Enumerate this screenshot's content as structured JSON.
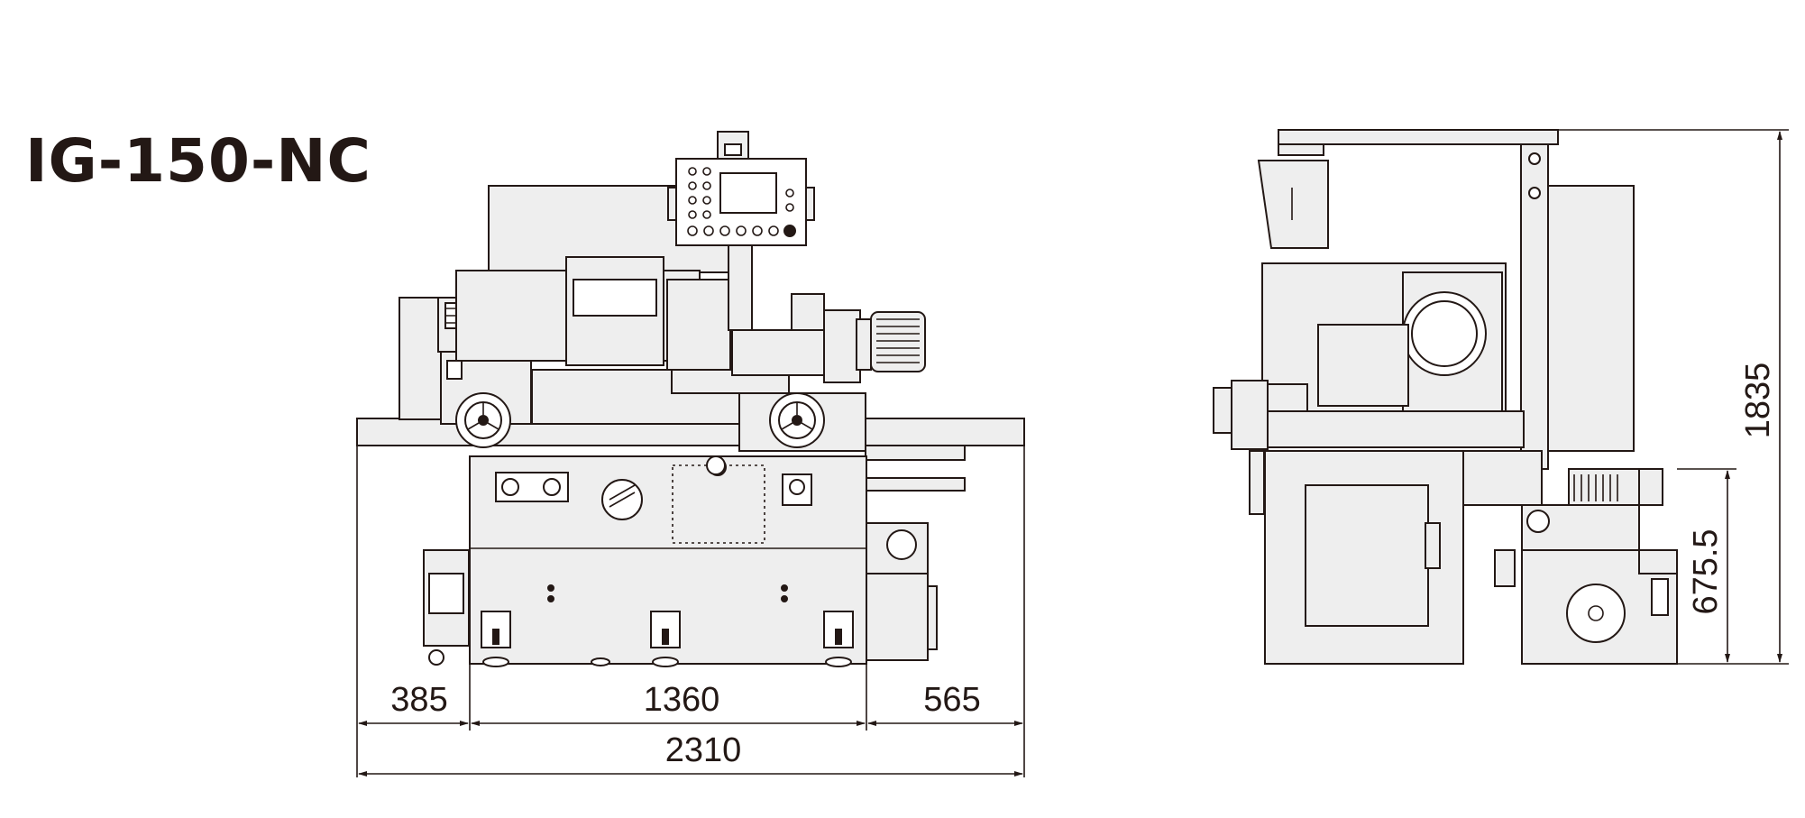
{
  "title": "IG-150-NC",
  "front_view": {
    "dimensions": {
      "left_overhang": "385",
      "base_length": "1360",
      "right_overhang": "565",
      "total_length": "2310"
    }
  },
  "side_view": {
    "dimensions": {
      "total_height": "1835",
      "base_height": "675.5"
    }
  }
}
